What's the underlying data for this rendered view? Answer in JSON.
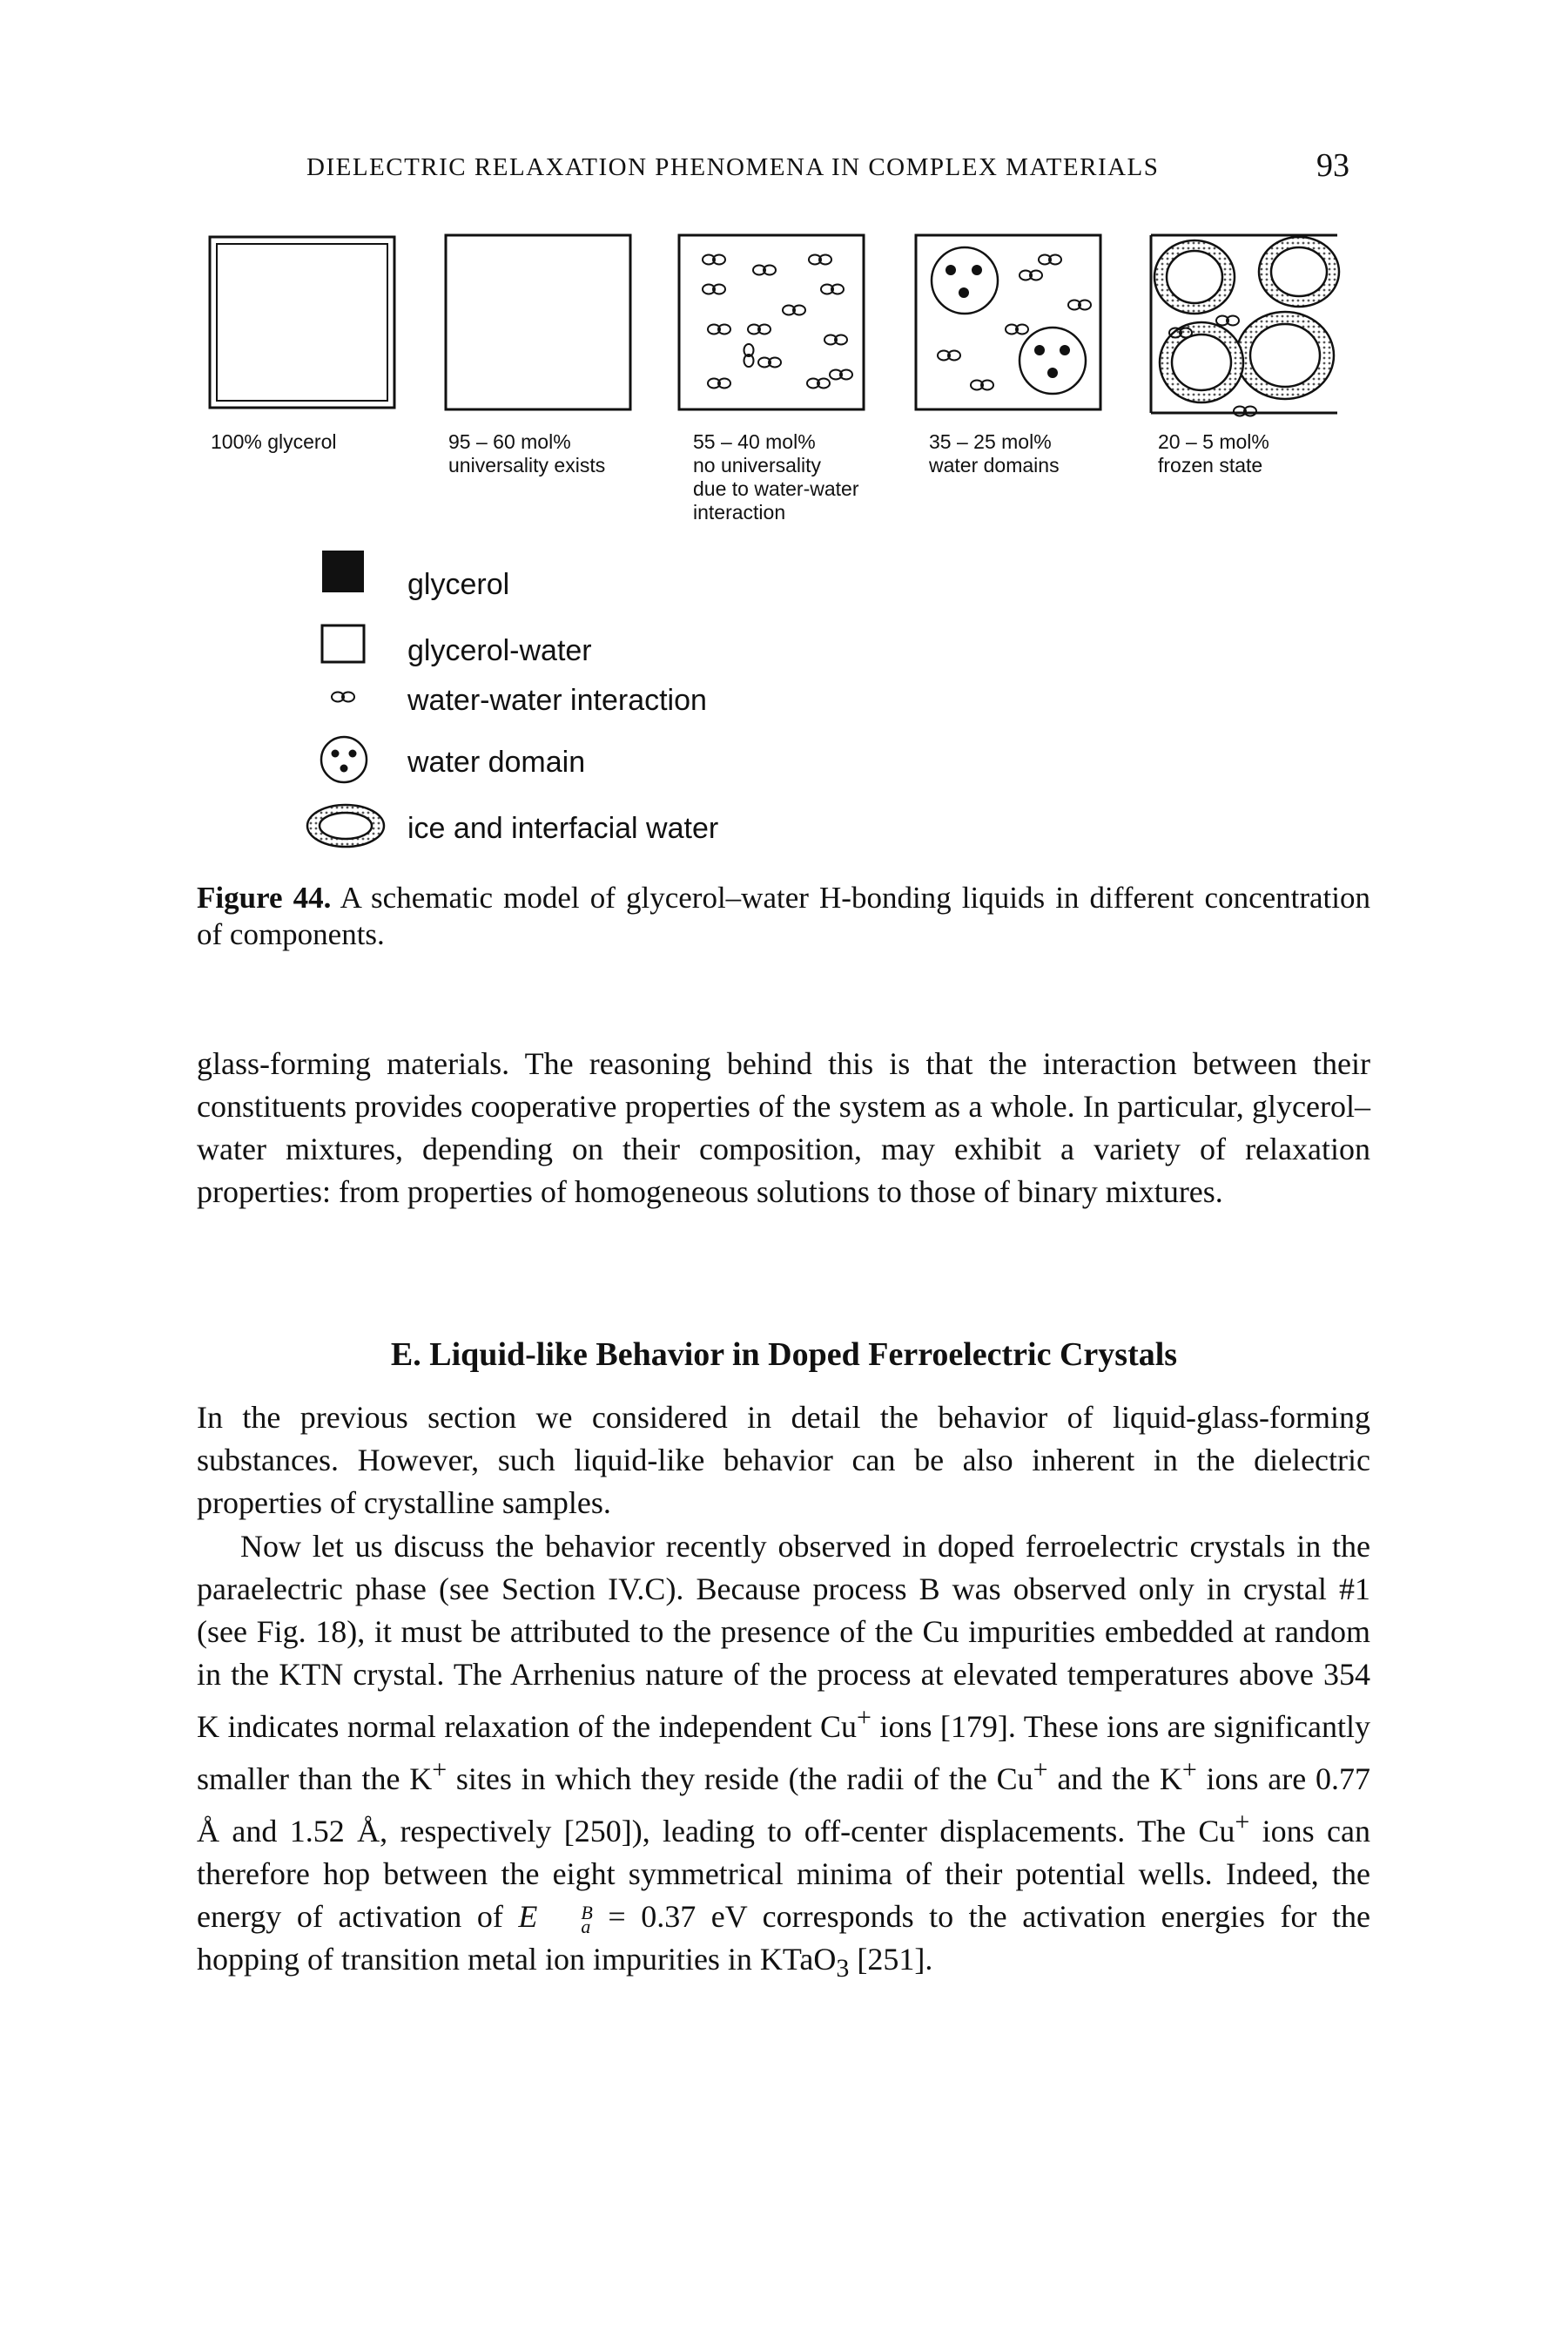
{
  "header": {
    "running_title": "DIELECTRIC RELAXATION PHENOMENA IN COMPLEX MATERIALS",
    "page_number": "93"
  },
  "figure": {
    "panels": [
      {
        "line1": "100% glycerol",
        "line2": "",
        "line3": "",
        "line4": ""
      },
      {
        "line1": "95 – 60 mol%",
        "line2": "universality exists",
        "line3": "",
        "line4": ""
      },
      {
        "line1": "55 – 40 mol%",
        "line2": "no universality",
        "line3": "due to water-water",
        "line4": "interaction"
      },
      {
        "line1": "35 – 25 mol%",
        "line2": "water domains",
        "line3": "",
        "line4": ""
      },
      {
        "line1": "20 – 5 mol%",
        "line2": "frozen state",
        "line3": "",
        "line4": ""
      }
    ],
    "legend": [
      {
        "label": "glycerol",
        "icon": "filled-square-icon"
      },
      {
        "label": "glycerol-water",
        "icon": "open-square-icon"
      },
      {
        "label": "water-water interaction",
        "icon": "infinity-pair-icon"
      },
      {
        "label": "water domain",
        "icon": "water-domain-icon"
      },
      {
        "label": "ice and interfacial water",
        "icon": "ice-ring-icon"
      }
    ],
    "caption_label": "Figure 44.",
    "caption_text": "A schematic model of glycerol–water H-bonding liquids in different concentration of components."
  },
  "body": {
    "para1": "glass-forming materials. The reasoning behind this is that the interaction between their constituents provides cooperative properties of the system as a whole. In particular, glycerol–water mixtures, depending on their composition, may exhibit a variety of relaxation properties: from properties of homogeneous solutions to those of binary mixtures.",
    "section_heading": "E.  Liquid-like Behavior in Doped Ferroelectric Crystals",
    "para2": "In the previous section we considered in detail the behavior of liquid-glass-forming substances. However, such liquid-like behavior can be also inherent in the dielectric properties of crystalline samples.",
    "para3": {
      "t1": "Now let us discuss the behavior recently observed in doped ferroelectric crystals in the paraelectric phase (see Section IV.C). Because process B was observed only in crystal #1 (see Fig. 18), it must be attributed to the presence of the Cu impurities embedded at random in the KTN crystal. The Arrhenius nature of the process at elevated temperatures above 354 K indicates normal relaxation of the independent Cu",
      "sup1": "+",
      "t2": " ions [179]. These ions are significantly smaller than the K",
      "sup2": "+",
      "t3": " sites in which they reside (the radii of the Cu",
      "sup3": "+",
      "t4": " and the K",
      "sup4": "+",
      "t5": " ions are 0.77 Å and 1.52 Å, respectively [250]), leading to off-center displacements. The Cu",
      "sup5": "+",
      "t6": " ions can therefore hop between the eight symmetrical minima of their potential wells. Indeed, the energy of activation of ",
      "e_sym": "E",
      "e_sup": "B",
      "e_sub": "a",
      "t7": " = 0.37 eV corresponds to the activation energies for the hopping of transition metal ion impurities in KTaO",
      "sub_3": "3",
      "t8": " [251]."
    }
  }
}
